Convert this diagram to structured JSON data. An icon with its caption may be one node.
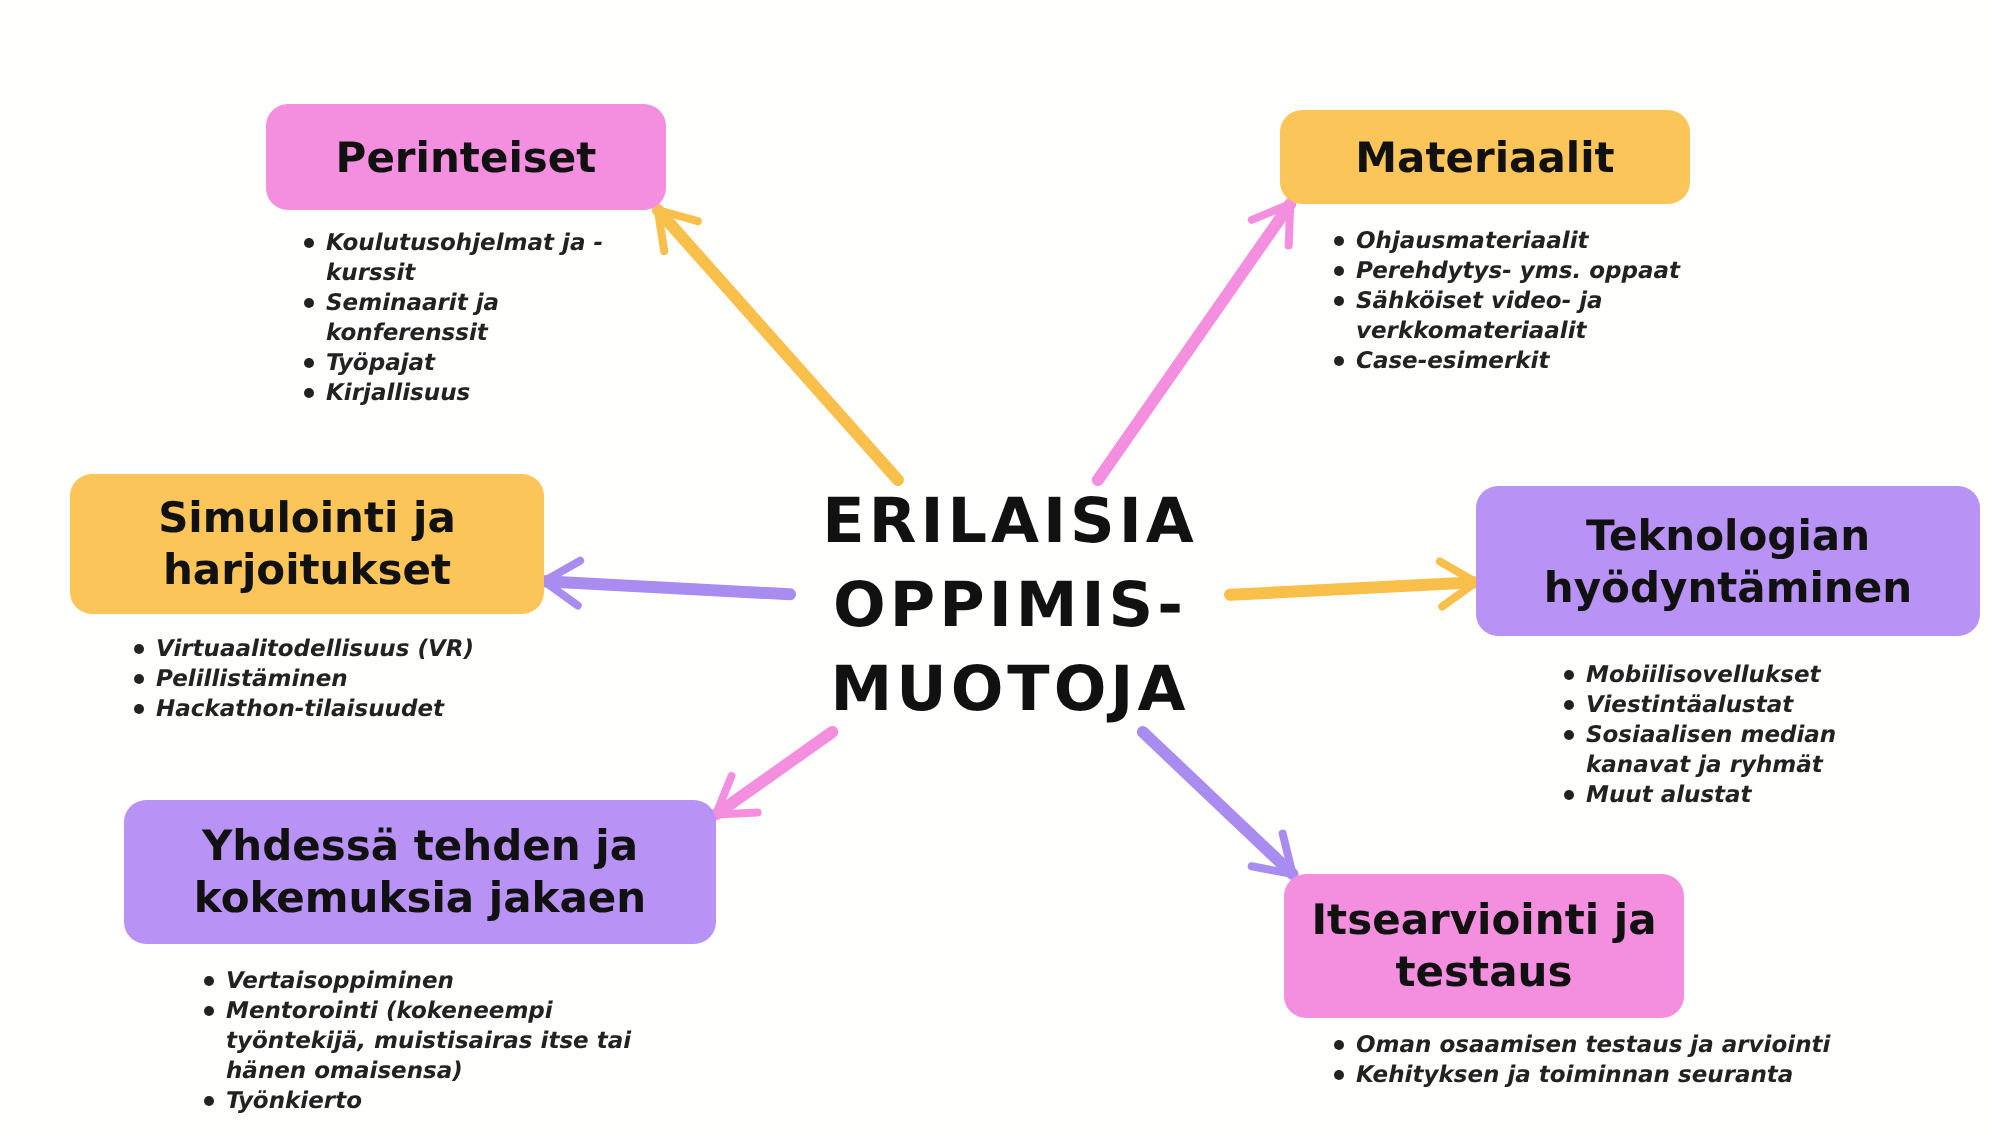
{
  "diagram": {
    "nodes": [
      {
        "text": [
          "ERILAISIA OPPIMIS-MUOTOJA"
        ]
      },
      {
        "text": [
          "Perinteiset"
        ],
        "beside": [
          "Koulutusohjelmat ja -kurssit",
          "Seminaarit ja konferenssit",
          "Työpajat",
          "Kirjallisuus"
        ]
      },
      {
        "text": [
          "Materiaalit"
        ],
        "beside": [
          "Ohjausmateriaalit",
          "Perehdytys- yms. oppaat",
          "Sähköiset video- ja verkkomateriaalit",
          "Case-esimerkit"
        ]
      },
      {
        "text": [
          "Simulointi ja harjoitukset"
        ],
        "beside": [
          "Virtuaalitodellisuus (VR)",
          "Pelillistäminen",
          "Hackathon-tilaisuudet"
        ]
      },
      {
        "text": [
          "Teknologian hyödyntäminen"
        ],
        "beside": [
          "Mobiilisovellukset",
          "Viestintäalustat",
          "Sosiaalisen median kanavat ja ryhmät",
          "Muut alustat"
        ]
      },
      {
        "text": [
          "Yhdessä tehden ja kokemuksia jakaen"
        ],
        "beside": [
          "Vertaisoppiminen",
          "Mentorointi (kokeneempi työntekijä, muistisairas itse tai hänen omaisensa)",
          "Työnkierto"
        ]
      },
      {
        "text": [
          "Itsearviointi ja testaus"
        ],
        "beside": [
          "Oman osaamisen testaus ja arviointi",
          "Kehityksen ja toiminnan seuranta"
        ]
      }
    ],
    "edges": [
      {
        "from": 0,
        "to": 1,
        "arrow": "to",
        "color": "#f9bf4b"
      },
      {
        "from": 0,
        "to": 2,
        "arrow": "to",
        "color": "#f48fe0"
      },
      {
        "from": 0,
        "to": 3,
        "arrow": "to",
        "color": "#a98cf0"
      },
      {
        "from": 0,
        "to": 4,
        "arrow": "to",
        "color": "#f9bf4b"
      },
      {
        "from": 0,
        "to": 5,
        "arrow": "to",
        "color": "#f48fe0"
      },
      {
        "from": 0,
        "to": 6,
        "arrow": "to",
        "color": "#a98cf0"
      }
    ]
  }
}
